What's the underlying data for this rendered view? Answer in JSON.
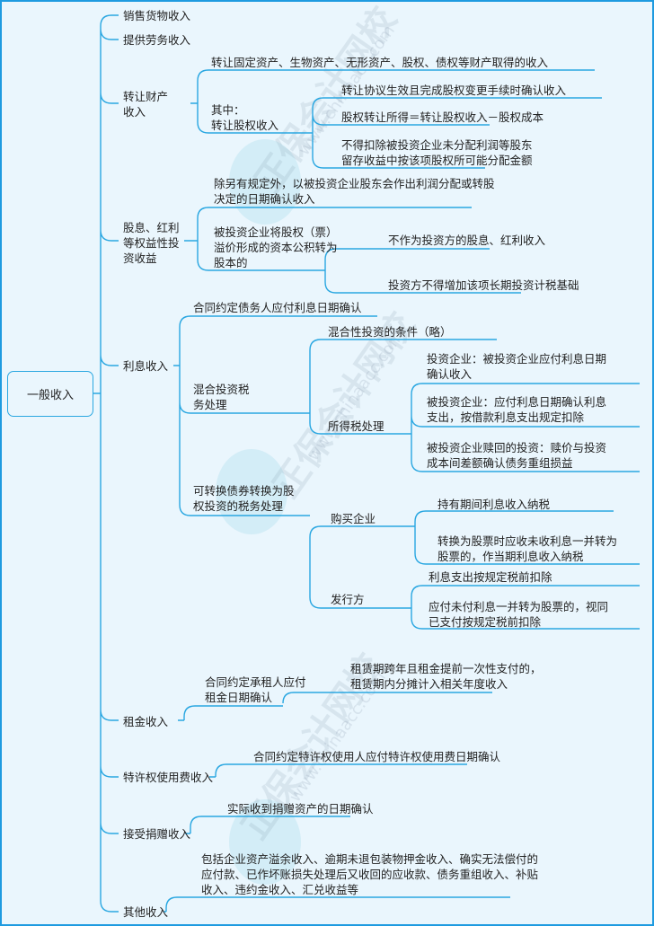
{
  "watermark": {
    "cn": "正保会计网校",
    "url": "www.chinaacc.com"
  },
  "colors": {
    "line": "#2aa7e1",
    "background": "#eaf6fd",
    "border": "#1e9be0"
  },
  "root": "一般收入",
  "sales": "销售货物收入",
  "service": "提供劳务收入",
  "property": {
    "label": [
      "转让财产",
      "收入"
    ],
    "general": "转让固定资产、生物资产、无形资产、股权、债权等财产取得的收入",
    "equity_label": [
      "其中：",
      "转让股权收入"
    ],
    "equity": [
      "转让协议生效且完成股权变更手续时确认收入",
      "股权转让所得＝转让股权收入－股权成本",
      [
        "不得扣除被投资企业未分配利润等股东",
        "留存收益中按该项股权所可能分配金额"
      ]
    ]
  },
  "dividend": {
    "label": [
      "股息、红利",
      "等权益性投",
      "资收益"
    ],
    "rule": [
      "除另有规定外，以被投资企业股东会作出利润分配或转股",
      "决定的日期确认收入"
    ],
    "capital_label": [
      "被投资企业将股权（票）",
      "溢价形成的资本公积转为",
      "股本的"
    ],
    "capital": [
      "不作为投资方的股息、红利收入",
      "投资方不得增加该项长期投资计税基础"
    ]
  },
  "interest": {
    "label": "利息收入",
    "contract": "合同约定债务人应付利息日期确认",
    "hybrid_label": [
      "混合投资税",
      "务处理"
    ],
    "hybrid_condition": "混合性投资的条件（略）",
    "tax_label": "所得税处理",
    "tax": [
      [
        "投资企业：被投资企业应付利息日期",
        "确认收入"
      ],
      [
        "被投资企业：应付利息日期确认利息",
        "支出，按借款利息支出规定扣除"
      ],
      [
        "被投资企业赎回的投资：赎价与投资",
        "成本间差额确认债务重组损益"
      ]
    ],
    "convertible_label": [
      "可转换债券转换为股",
      "权投资的税务处理"
    ],
    "buyer_label": "购买企业",
    "buyer": [
      "持有期间利息收入纳税",
      [
        "转换为股票时应收未收利息一并转为",
        "股票的，作当期利息收入纳税"
      ]
    ],
    "issuer_label": "发行方",
    "issuer": [
      "利息支出按规定税前扣除",
      [
        "应付未付利息一并转为股票的，视同",
        "已支付按规定税前扣除"
      ]
    ]
  },
  "rent": {
    "label": "租金收入",
    "contract": [
      "合同约定承租人应付",
      "租金日期确认"
    ],
    "detail": [
      "租赁期跨年且租金提前一次性支付的，",
      "租赁期内分摊计入相关年度收入"
    ]
  },
  "royalty": {
    "label": "特许权使用费收入",
    "detail": "合同约定特许权使用人应付特许权使用费日期确认"
  },
  "donation": {
    "label": "接受捐赠收入",
    "detail": "实际收到捐赠资产的日期确认"
  },
  "other": {
    "label": "其他收入",
    "detail": [
      "包括企业资产溢余收入、逾期未退包装物押金收入、确实无法偿付的",
      "应付款、已作坏账损失处理后又收回的应收款、债务重组收入、补贴",
      "收入、违约金收入、汇兑收益等"
    ]
  }
}
